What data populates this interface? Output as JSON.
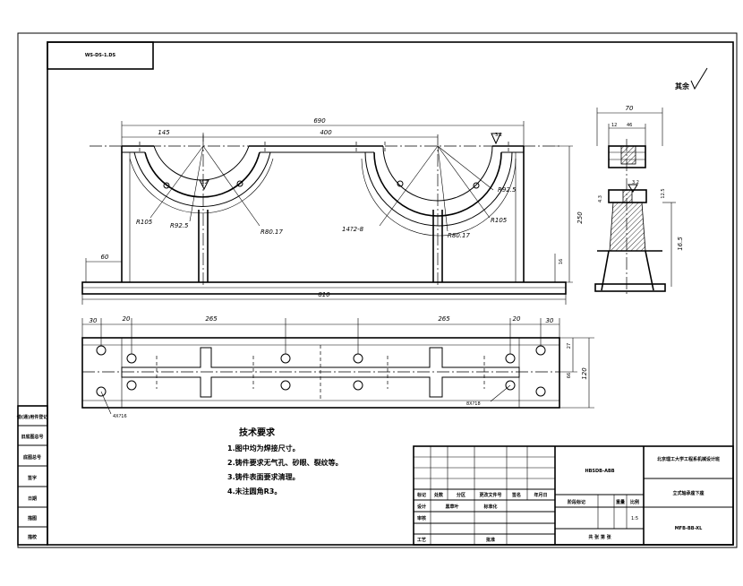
{
  "drawing_number_box": "WS-DS-1.DS",
  "surface_roughness": "其余",
  "dimensions": {
    "front_overall_width": "690",
    "front_left_offset": "145",
    "front_bearing_spacing": "400",
    "front_roughness_top": "3.2",
    "front_roughness_mid": "3.2",
    "front_r_left_outer": "R105",
    "front_r_left_mid": "R92.5",
    "front_r_left_inner": "R80.17",
    "front_holes": "14?2-8",
    "front_r_right_inner": "R80.17",
    "front_r_right_outer": "R105",
    "front_r_right_mid": "R92.5",
    "front_height": "250",
    "front_base_thickness": "16",
    "front_left_60": "60",
    "front_base_length": "810",
    "side_width": "70",
    "side_left": "12",
    "side_inner": "46",
    "side_roughness": "3.2",
    "side_left_small": "4.3",
    "side_right_small": "12.5",
    "side_height": "16.5",
    "plan_left_30": "30",
    "plan_left_20": "20",
    "plan_left_265": "265",
    "plan_right_265": "265",
    "plan_right_20": "20",
    "plan_right_30": "30",
    "plan_right_27": "27",
    "plan_right_66": "66",
    "plan_right_120": "120",
    "plan_left_holes": "4X?16",
    "plan_right_holes": "8X?18"
  },
  "tech_requirements": {
    "title": "技术要求",
    "items": [
      "1.图中均为焊接尺寸。",
      "2.铸件要求无气孔、砂眼、裂纹等。",
      "3.铸件表面要求清理。",
      "4.未注圆角R3。"
    ]
  },
  "left_strip": [
    "借(通)用件登记",
    "旧底图总号",
    "底图总号",
    "签字",
    "日期",
    "描图",
    "描校"
  ],
  "title_block": {
    "drawing_code_center": "HBSDB-ABB",
    "school": "北京理工大学工程系机械设计班",
    "part_name": "立式轴承座下座",
    "drawing_id": "MFB-BB-XL",
    "headers": [
      "标记",
      "处数",
      "分区",
      "更改文件号",
      "签名",
      "年月日"
    ],
    "row2": [
      "设计",
      "黑草叶",
      "",
      "标准化",
      ""
    ],
    "row3": [
      "审核",
      "",
      "",
      "",
      ""
    ],
    "row4": [
      "工艺",
      "",
      "",
      "批准",
      ""
    ],
    "stage_headers": [
      "阶段标记",
      "重量",
      "比例"
    ],
    "scale": "1:5",
    "sheet": "共 张 第 张"
  }
}
